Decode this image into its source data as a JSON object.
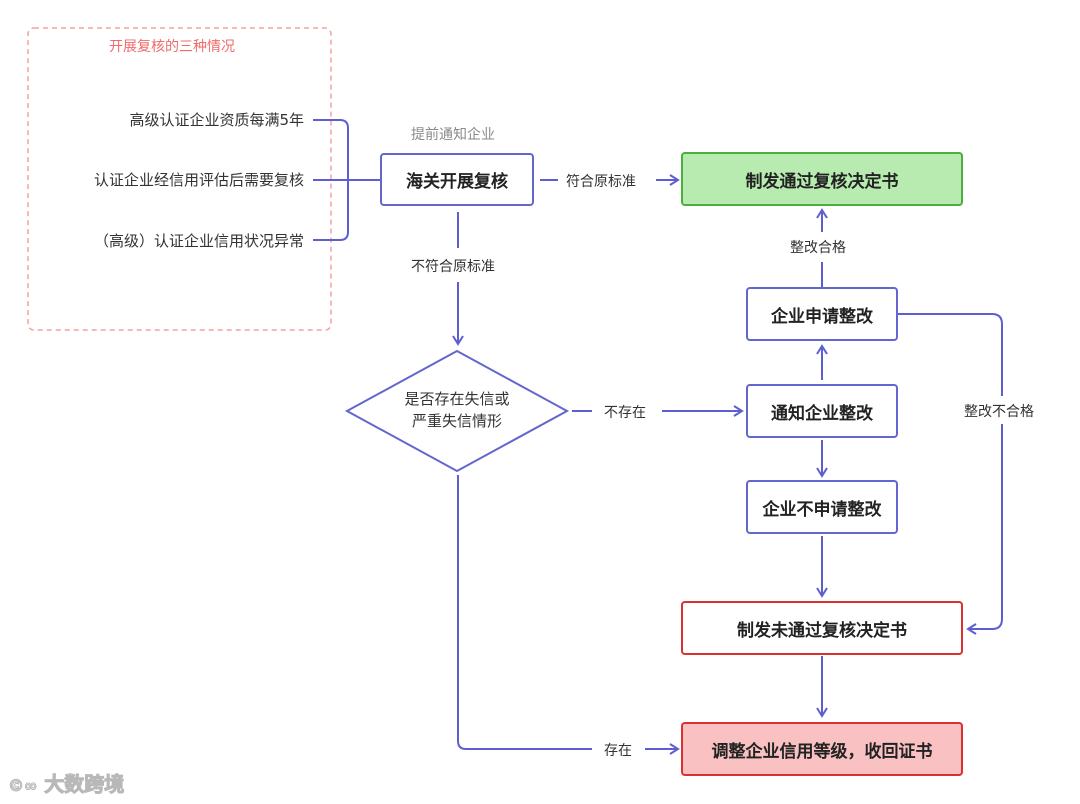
{
  "group": {
    "title": "开展复核的三种情况",
    "conditions": [
      "高级认证企业资质每满5年",
      "认证企业经信用评估后需要复核",
      "（高级）认证企业信用状况异常"
    ]
  },
  "notify_hint": "提前通知企业",
  "nodes": {
    "customs_review": "海关开展复核",
    "issue_pass": "制发通过复核决定书",
    "decision_line1": "是否存在失信或",
    "decision_line2": "严重失信情形",
    "notify_rectify": "通知企业整改",
    "apply_rectify": "企业申请整改",
    "not_apply_rectify": "企业不申请整改",
    "issue_fail": "制发未通过复核决定书",
    "adjust_level": "调整企业信用等级，收回证书"
  },
  "edges": {
    "meets_standard": "符合原标准",
    "not_meets_standard": "不符合原标准",
    "not_exist": "不存在",
    "exist": "存在",
    "rectify_pass": "整改合格",
    "rectify_fail": "整改不合格"
  },
  "watermark": "大数跨境",
  "colors": {
    "node_border": "#6366cc",
    "connector": "#5d5fd0",
    "pass_fill": "#b7ebb0",
    "pass_border": "#4cae3e",
    "fail_border": "#d93030",
    "fail_fill": "#f9c1c1",
    "group_border": "#f4a0a0",
    "group_title": "#f06b6b"
  }
}
